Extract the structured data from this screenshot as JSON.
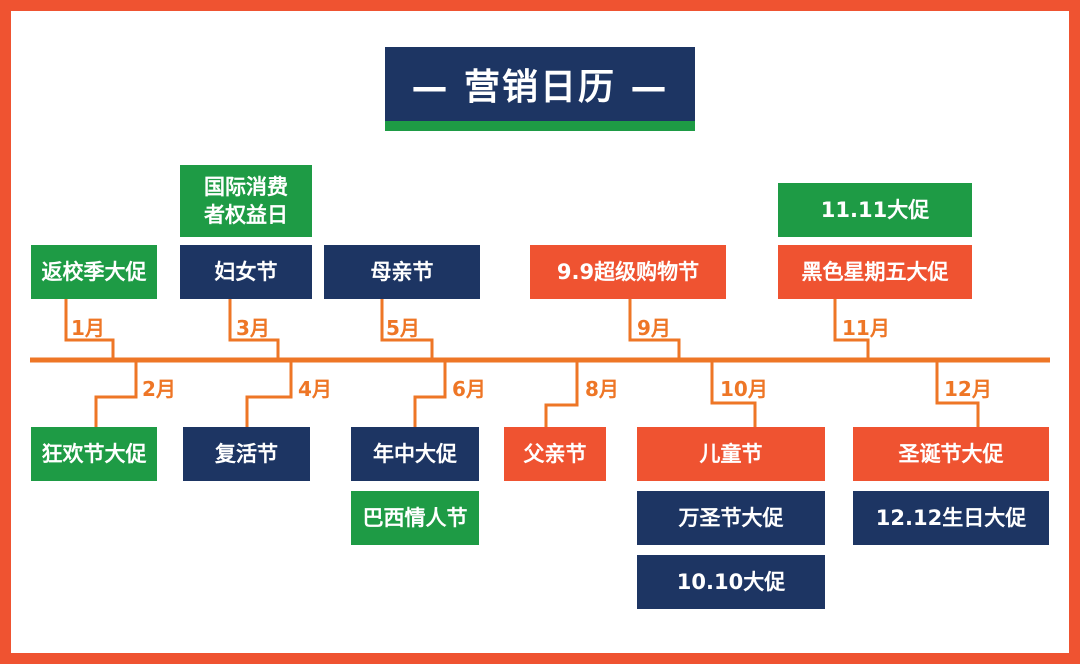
{
  "title": "— 营销日历 —",
  "colors": {
    "frame": "#ef5331",
    "navy": "#1d3563",
    "green": "#1e9b45",
    "orange": "#ef5331",
    "line": "#ee7626"
  },
  "months": [
    "1月",
    "2月",
    "3月",
    "4月",
    "5月",
    "6月",
    "8月",
    "9月",
    "10月",
    "11月",
    "12月"
  ],
  "events": {
    "back_to_school": "返校季大促",
    "consumer_rights_day": "国际消费者权益日",
    "womens_day": "妇女节",
    "mothers_day": "母亲节",
    "double_nine": "9.9超级购物节",
    "double_eleven": "11.11大促",
    "black_friday": "黑色星期五大促",
    "carnival": "狂欢节大促",
    "easter": "复活节",
    "mid_year": "年中大促",
    "brazil_valentines": "巴西情人节",
    "fathers_day": "父亲节",
    "childrens_day": "儿童节",
    "halloween": "万圣节大促",
    "double_ten": "10.10大促",
    "christmas": "圣诞节大促",
    "double_twelve": "12.12生日大促"
  }
}
